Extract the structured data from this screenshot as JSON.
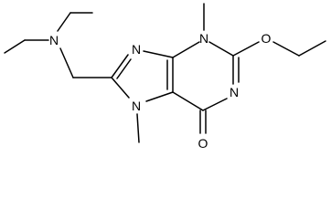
{
  "molecule": {
    "atoms": [
      {
        "id": "n_amine",
        "label": "N"
      },
      {
        "id": "n9",
        "label": "N"
      },
      {
        "id": "n3",
        "label": "N"
      },
      {
        "id": "o_ether",
        "label": "O"
      },
      {
        "id": "n1",
        "label": "N"
      },
      {
        "id": "n7",
        "label": "N"
      },
      {
        "id": "o_carbonyl",
        "label": "O"
      }
    ]
  },
  "colors": {
    "bond": "#000000",
    "label": "#000000",
    "background": "#ffffff"
  }
}
